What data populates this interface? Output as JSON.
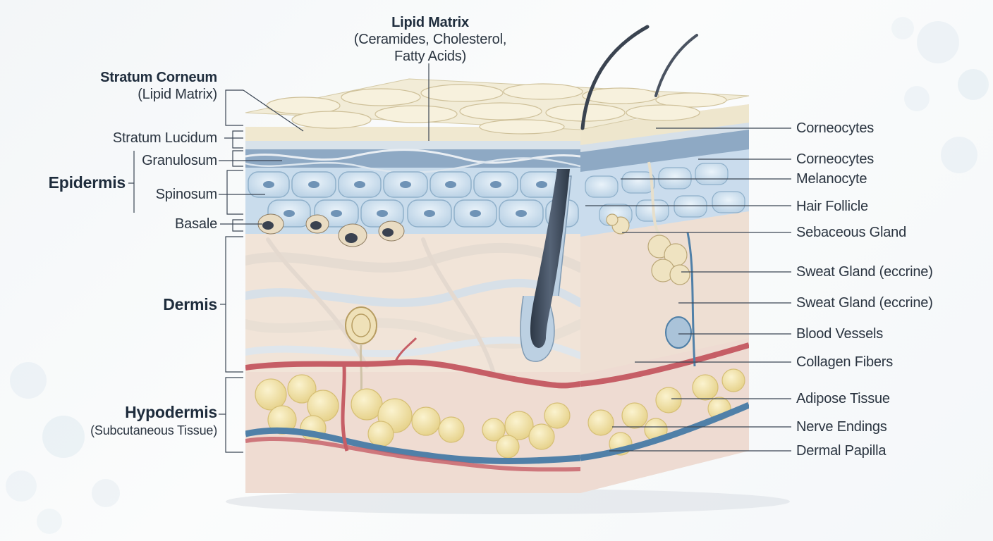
{
  "colors": {
    "stratum_corneum": "#efe8d2",
    "stratum_lucidum": "#d7e2ec",
    "granulosum": "#8aa6c2",
    "spinosum": "#c7dcec",
    "dermis": "#efe2d6",
    "hypodermis": "#eed9cf",
    "adipose": "#f3e6b0",
    "artery": "#c45c63",
    "vein": "#4f7fa6",
    "label_text": "#2a3440",
    "leader_line": "#3b4654"
  },
  "top_label": {
    "title": "Lipid Matrix",
    "line1": "(Ceramides, Cholesterol,",
    "line2": "Fatty Acids)"
  },
  "left_labels": {
    "stratum_corneum_title": "Stratum Corneum",
    "stratum_corneum_sub": "(Lipid Matrix)",
    "stratum_lucidum": "Stratum Lucidum",
    "granulosum": "Granulosum",
    "spinosum": "Spinosum",
    "basale": "Basale",
    "epidermis": "Epidermis",
    "dermis": "Dermis",
    "hypodermis_title": "Hypodermis",
    "hypodermis_sub": "(Subcutaneous Tissue)"
  },
  "right_labels": [
    "Corneocytes",
    "Corneocytes",
    "Melanocyte",
    "Hair Follicle",
    "Sebaceous Gland",
    "Sweat Gland (eccrine)",
    "Sweat Gland (eccrine)",
    "Blood Vessels",
    "Collagen Fibers",
    "Adipose Tissue",
    "Nerve Endings",
    "Dermal Papilla"
  ]
}
